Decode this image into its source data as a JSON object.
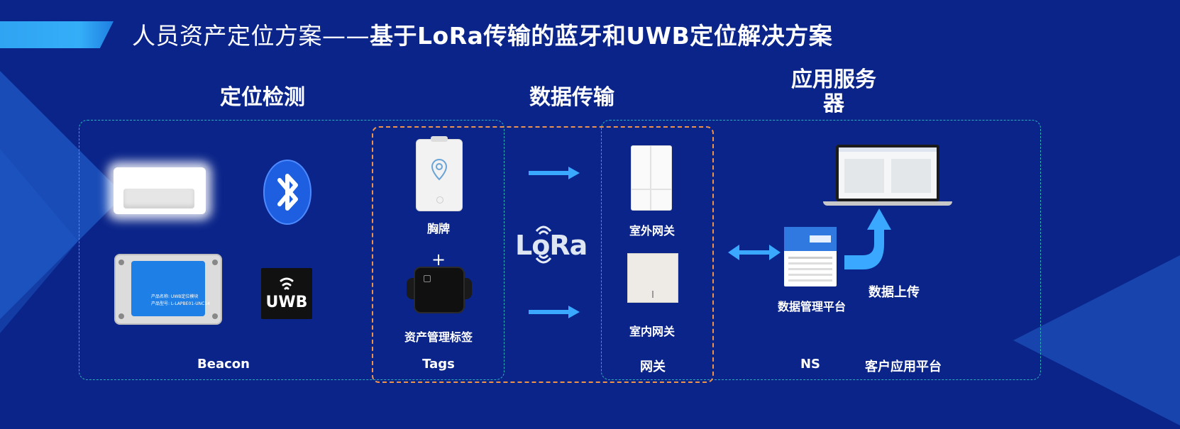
{
  "title": {
    "prefix": "人员资产定位方案——",
    "main": "基于LoRa传输的蓝牙和UWB定位解决方案"
  },
  "sections": {
    "detection": "定位检测",
    "transmission": "数据传输",
    "server": "应用服务器"
  },
  "devices": {
    "badge": "胸牌",
    "plus": "+",
    "asset_tag": "资产管理标签",
    "outdoor_gateway": "室外网关",
    "indoor_gateway": "室内网关",
    "data_platform": "数据管理平台",
    "data_upload": "数据上传",
    "uwb_logo": "UWB",
    "lora_logo": "LoRa",
    "uwb_device_text": "产品名称: UWB定位模块\n产品型号: L-LAPBE01-UNC14"
  },
  "columns": {
    "beacon": "Beacon",
    "tags": "Tags",
    "gateway": "网关",
    "ns": "NS",
    "client_platform": "客户应用平台"
  },
  "colors": {
    "background": "#0a2489",
    "arrow": "#3aa8ff",
    "teal_border": "#2ab0b6",
    "orange_border": "#f0934a"
  }
}
